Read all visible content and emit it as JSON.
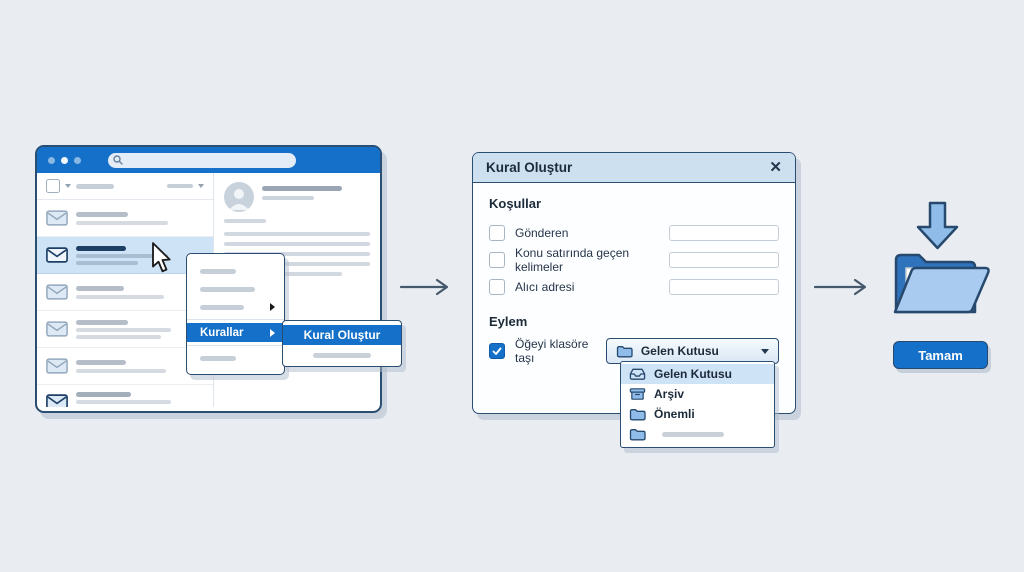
{
  "colors": {
    "background": "#e9edf2",
    "primary_blue": "#1470c8",
    "selection_blue": "#cfe3f7",
    "navy_border": "#2a4d72",
    "dialog_titlebar": "#cde0f0"
  },
  "email_window": {
    "context_menu": {
      "rules_item": "Kurallar"
    },
    "submenu": {
      "create_rule_item": "Kural Oluştur"
    }
  },
  "dialog": {
    "title": "Kural Oluştur",
    "close_icon": "✕",
    "conditions_heading": "Koşullar",
    "conditions": [
      {
        "label": "Gönderen",
        "value": ""
      },
      {
        "label": "Konu satırında geçen kelimeler",
        "value": ""
      },
      {
        "label": "Alıcı adresi",
        "value": ""
      }
    ],
    "action_heading": "Eylem",
    "action_label": "Öğeyi klasöre taşı",
    "action_checked": true,
    "dropdown": {
      "selected": "Gelen Kutusu",
      "options": [
        {
          "label": "Gelen Kutusu",
          "icon": "inbox-icon",
          "highlighted": true
        },
        {
          "label": "Arşiv",
          "icon": "archive-icon",
          "highlighted": false
        },
        {
          "label": "Önemli",
          "icon": "folder-icon",
          "highlighted": false
        },
        {
          "label": "",
          "icon": "folder-icon",
          "highlighted": false
        }
      ]
    }
  },
  "result_panel": {
    "ok_button": "Tamam"
  }
}
